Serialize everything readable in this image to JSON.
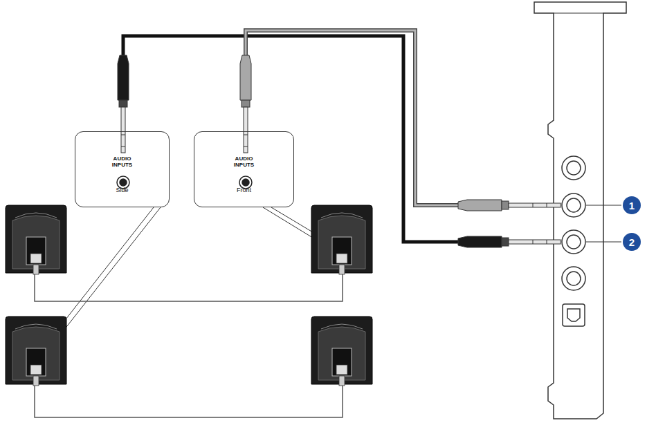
{
  "diagram": {
    "nodes": [
      {
        "text": [
          "AUDIO INPUTS",
          "Side"
        ]
      },
      {
        "text": [
          "AUDIO INPUTS",
          "Front"
        ]
      },
      {
        "text": [
          "1"
        ]
      },
      {
        "text": [
          "2"
        ]
      }
    ]
  }
}
